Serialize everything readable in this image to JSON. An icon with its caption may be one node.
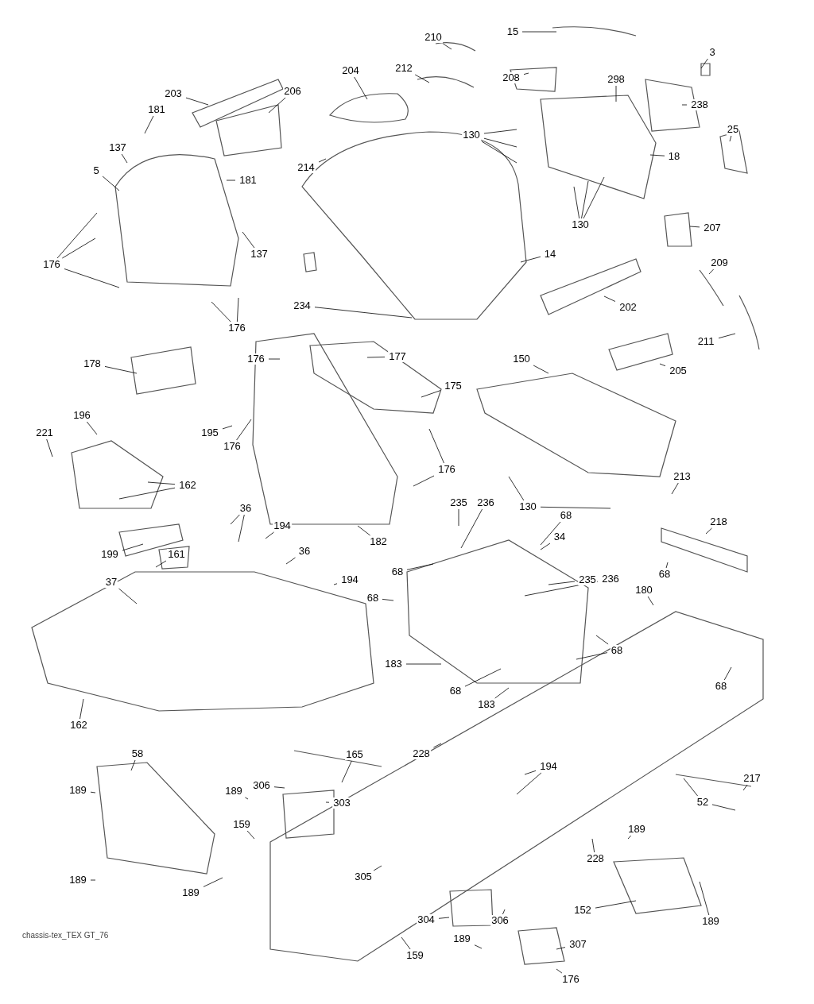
{
  "diagram": {
    "nodes": [
      {
        "text": [
          "15"
        ]
      },
      {
        "text": [
          "3"
        ]
      },
      {
        "text": [
          "210"
        ]
      },
      {
        "text": [
          "208"
        ]
      },
      {
        "text": [
          "204"
        ]
      },
      {
        "text": [
          "212"
        ]
      },
      {
        "text": [
          "203"
        ]
      },
      {
        "text": [
          "206"
        ]
      },
      {
        "text": [
          "181"
        ]
      },
      {
        "text": [
          "298"
        ]
      },
      {
        "text": [
          "238"
        ]
      },
      {
        "text": [
          "137"
        ]
      },
      {
        "text": [
          "181"
        ]
      },
      {
        "text": [
          "130"
        ]
      },
      {
        "text": [
          "18"
        ]
      },
      {
        "text": [
          "25"
        ]
      },
      {
        "text": [
          "5"
        ]
      },
      {
        "text": [
          "214"
        ]
      },
      {
        "text": [
          "130"
        ]
      },
      {
        "text": [
          "137"
        ]
      },
      {
        "text": [
          "207"
        ]
      },
      {
        "text": [
          "176"
        ]
      },
      {
        "text": [
          "14"
        ]
      },
      {
        "text": [
          "209"
        ]
      },
      {
        "text": [
          "202"
        ]
      },
      {
        "text": [
          "234"
        ]
      },
      {
        "text": [
          "176"
        ]
      },
      {
        "text": [
          "211"
        ]
      },
      {
        "text": [
          "178"
        ]
      },
      {
        "text": [
          "177"
        ]
      },
      {
        "text": [
          "205"
        ]
      },
      {
        "text": [
          "175"
        ]
      },
      {
        "text": [
          "150"
        ]
      },
      {
        "text": [
          "176"
        ]
      },
      {
        "text": [
          "196"
        ]
      },
      {
        "text": [
          "221"
        ]
      },
      {
        "text": [
          "195"
        ]
      },
      {
        "text": [
          "176"
        ]
      },
      {
        "text": [
          "176"
        ]
      },
      {
        "text": [
          "162"
        ]
      },
      {
        "text": [
          "130"
        ]
      },
      {
        "text": [
          "213"
        ]
      },
      {
        "text": [
          "36"
        ]
      },
      {
        "text": [
          "235"
        ]
      },
      {
        "text": [
          "236"
        ]
      },
      {
        "text": [
          "68"
        ]
      },
      {
        "text": [
          "34"
        ]
      },
      {
        "text": [
          "194"
        ]
      },
      {
        "text": [
          "182"
        ]
      },
      {
        "text": [
          "218"
        ]
      },
      {
        "text": [
          "199"
        ]
      },
      {
        "text": [
          "36"
        ]
      },
      {
        "text": [
          "161"
        ]
      },
      {
        "text": [
          "68"
        ]
      },
      {
        "text": [
          "68"
        ]
      },
      {
        "text": [
          "235"
        ]
      },
      {
        "text": [
          "236"
        ]
      },
      {
        "text": [
          "194"
        ]
      },
      {
        "text": [
          "37"
        ]
      },
      {
        "text": [
          "68"
        ]
      },
      {
        "text": [
          "180"
        ]
      },
      {
        "text": [
          "68"
        ]
      },
      {
        "text": [
          "183"
        ]
      },
      {
        "text": [
          "68"
        ]
      },
      {
        "text": [
          "68"
        ]
      },
      {
        "text": [
          "183"
        ]
      },
      {
        "text": [
          "162"
        ]
      },
      {
        "text": [
          "58"
        ]
      },
      {
        "text": [
          "228"
        ]
      },
      {
        "text": [
          "165"
        ]
      },
      {
        "text": [
          "194"
        ]
      },
      {
        "text": [
          "189"
        ]
      },
      {
        "text": [
          "306"
        ]
      },
      {
        "text": [
          "189"
        ]
      },
      {
        "text": [
          "303"
        ]
      },
      {
        "text": [
          "217"
        ]
      },
      {
        "text": [
          "52"
        ]
      },
      {
        "text": [
          "159"
        ]
      },
      {
        "text": [
          "189"
        ]
      },
      {
        "text": [
          "228"
        ]
      },
      {
        "text": [
          "305"
        ]
      },
      {
        "text": [
          "189"
        ]
      },
      {
        "text": [
          "189"
        ]
      },
      {
        "text": [
          "152"
        ]
      },
      {
        "text": [
          "189"
        ]
      },
      {
        "text": [
          "304"
        ]
      },
      {
        "text": [
          "306"
        ]
      },
      {
        "text": [
          "307"
        ]
      },
      {
        "text": [
          "189"
        ]
      },
      {
        "text": [
          "159"
        ]
      },
      {
        "text": [
          "176"
        ]
      }
    ],
    "edges": [
      {
        "from": 0,
        "to": null,
        "arrow": "none"
      },
      {
        "from": 1,
        "to": null,
        "arrow": "none"
      },
      {
        "from": 2,
        "to": null,
        "arrow": "none"
      },
      {
        "from": 3,
        "to": null,
        "arrow": "none"
      },
      {
        "from": 4,
        "to": null,
        "arrow": "none"
      },
      {
        "from": 5,
        "to": null,
        "arrow": "none"
      },
      {
        "from": 6,
        "to": null,
        "arrow": "none"
      },
      {
        "from": 7,
        "to": null,
        "arrow": "none"
      },
      {
        "from": 8,
        "to": null,
        "arrow": "none"
      },
      {
        "from": 9,
        "to": null,
        "arrow": "none"
      },
      {
        "from": 10,
        "to": null,
        "arrow": "none"
      },
      {
        "from": 11,
        "to": null,
        "arrow": "none"
      },
      {
        "from": 12,
        "to": null,
        "arrow": "none"
      },
      {
        "from": 13,
        "to": null,
        "arrow": "none"
      },
      {
        "from": 13,
        "to": null,
        "arrow": "none"
      },
      {
        "from": 13,
        "to": null,
        "arrow": "none"
      },
      {
        "from": 14,
        "to": null,
        "arrow": "none"
      },
      {
        "from": 15,
        "to": null,
        "arrow": "none"
      },
      {
        "from": 16,
        "to": null,
        "arrow": "none"
      },
      {
        "from": 17,
        "to": null,
        "arrow": "none"
      },
      {
        "from": 18,
        "to": null,
        "arrow": "none"
      },
      {
        "from": 18,
        "to": null,
        "arrow": "none"
      },
      {
        "from": 18,
        "to": null,
        "arrow": "none"
      },
      {
        "from": 19,
        "to": null,
        "arrow": "none"
      },
      {
        "from": 20,
        "to": null,
        "arrow": "none"
      },
      {
        "from": 21,
        "to": null,
        "arrow": "none"
      },
      {
        "from": 21,
        "to": null,
        "arrow": "none"
      },
      {
        "from": 21,
        "to": null,
        "arrow": "none"
      },
      {
        "from": 22,
        "to": null,
        "arrow": "none"
      },
      {
        "from": 23,
        "to": null,
        "arrow": "none"
      },
      {
        "from": 24,
        "to": null,
        "arrow": "none"
      },
      {
        "from": 25,
        "to": null,
        "arrow": "none"
      },
      {
        "from": 26,
        "to": null,
        "arrow": "none"
      },
      {
        "from": 26,
        "to": null,
        "arrow": "none"
      },
      {
        "from": 27,
        "to": null,
        "arrow": "none"
      },
      {
        "from": 28,
        "to": null,
        "arrow": "none"
      },
      {
        "from": 29,
        "to": null,
        "arrow": "none"
      },
      {
        "from": 30,
        "to": null,
        "arrow": "none"
      },
      {
        "from": 31,
        "to": null,
        "arrow": "none"
      },
      {
        "from": 32,
        "to": null,
        "arrow": "none"
      },
      {
        "from": 33,
        "to": null,
        "arrow": "none"
      },
      {
        "from": 34,
        "to": null,
        "arrow": "none"
      },
      {
        "from": 35,
        "to": null,
        "arrow": "none"
      },
      {
        "from": 36,
        "to": null,
        "arrow": "none"
      },
      {
        "from": 37,
        "to": null,
        "arrow": "none"
      },
      {
        "from": 38,
        "to": null,
        "arrow": "none"
      },
      {
        "from": 38,
        "to": null,
        "arrow": "none"
      },
      {
        "from": 39,
        "to": null,
        "arrow": "none"
      },
      {
        "from": 39,
        "to": null,
        "arrow": "none"
      },
      {
        "from": 40,
        "to": null,
        "arrow": "none"
      },
      {
        "from": 40,
        "to": null,
        "arrow": "none"
      },
      {
        "from": 41,
        "to": null,
        "arrow": "none"
      },
      {
        "from": 42,
        "to": null,
        "arrow": "none"
      },
      {
        "from": 42,
        "to": null,
        "arrow": "none"
      },
      {
        "from": 43,
        "to": null,
        "arrow": "none"
      },
      {
        "from": 44,
        "to": null,
        "arrow": "none"
      },
      {
        "from": 45,
        "to": null,
        "arrow": "none"
      },
      {
        "from": 46,
        "to": null,
        "arrow": "none"
      },
      {
        "from": 47,
        "to": null,
        "arrow": "none"
      },
      {
        "from": 48,
        "to": null,
        "arrow": "none"
      },
      {
        "from": 49,
        "to": null,
        "arrow": "none"
      },
      {
        "from": 50,
        "to": null,
        "arrow": "none"
      },
      {
        "from": 51,
        "to": null,
        "arrow": "none"
      },
      {
        "from": 52,
        "to": null,
        "arrow": "none"
      },
      {
        "from": 53,
        "to": null,
        "arrow": "none"
      },
      {
        "from": 54,
        "to": null,
        "arrow": "none"
      },
      {
        "from": 55,
        "to": null,
        "arrow": "none"
      },
      {
        "from": 56,
        "to": null,
        "arrow": "none"
      },
      {
        "from": 57,
        "to": null,
        "arrow": "none"
      },
      {
        "from": 58,
        "to": null,
        "arrow": "none"
      },
      {
        "from": 59,
        "to": null,
        "arrow": "none"
      },
      {
        "from": 60,
        "to": null,
        "arrow": "none"
      },
      {
        "from": 61,
        "to": null,
        "arrow": "none"
      },
      {
        "from": 61,
        "to": null,
        "arrow": "none"
      },
      {
        "from": 62,
        "to": null,
        "arrow": "none"
      },
      {
        "from": 63,
        "to": null,
        "arrow": "none"
      },
      {
        "from": 64,
        "to": null,
        "arrow": "none"
      },
      {
        "from": 65,
        "to": null,
        "arrow": "none"
      },
      {
        "from": 66,
        "to": null,
        "arrow": "none"
      },
      {
        "from": 67,
        "to": null,
        "arrow": "none"
      },
      {
        "from": 68,
        "to": null,
        "arrow": "none"
      },
      {
        "from": 69,
        "to": null,
        "arrow": "none"
      },
      {
        "from": 70,
        "to": null,
        "arrow": "none"
      },
      {
        "from": 70,
        "to": null,
        "arrow": "none"
      },
      {
        "from": 71,
        "to": null,
        "arrow": "none"
      },
      {
        "from": 72,
        "to": null,
        "arrow": "none"
      },
      {
        "from": 73,
        "to": null,
        "arrow": "none"
      },
      {
        "from": 74,
        "to": null,
        "arrow": "none"
      },
      {
        "from": 75,
        "to": null,
        "arrow": "none"
      },
      {
        "from": 76,
        "to": null,
        "arrow": "none"
      },
      {
        "from": 76,
        "to": null,
        "arrow": "none"
      },
      {
        "from": 77,
        "to": null,
        "arrow": "none"
      },
      {
        "from": 78,
        "to": null,
        "arrow": "none"
      },
      {
        "from": 79,
        "to": null,
        "arrow": "none"
      },
      {
        "from": 80,
        "to": null,
        "arrow": "none"
      },
      {
        "from": 81,
        "to": null,
        "arrow": "none"
      },
      {
        "from": 82,
        "to": null,
        "arrow": "none"
      },
      {
        "from": 83,
        "to": null,
        "arrow": "none"
      },
      {
        "from": 84,
        "to": null,
        "arrow": "none"
      },
      {
        "from": 85,
        "to": null,
        "arrow": "none"
      },
      {
        "from": 86,
        "to": null,
        "arrow": "none"
      },
      {
        "from": 87,
        "to": null,
        "arrow": "none"
      },
      {
        "from": 88,
        "to": null,
        "arrow": "none"
      },
      {
        "from": 89,
        "to": null,
        "arrow": "none"
      },
      {
        "from": 90,
        "to": null,
        "arrow": "none"
      }
    ],
    "labels": [
      "chassis-tex_TEX GT_76"
    ]
  }
}
